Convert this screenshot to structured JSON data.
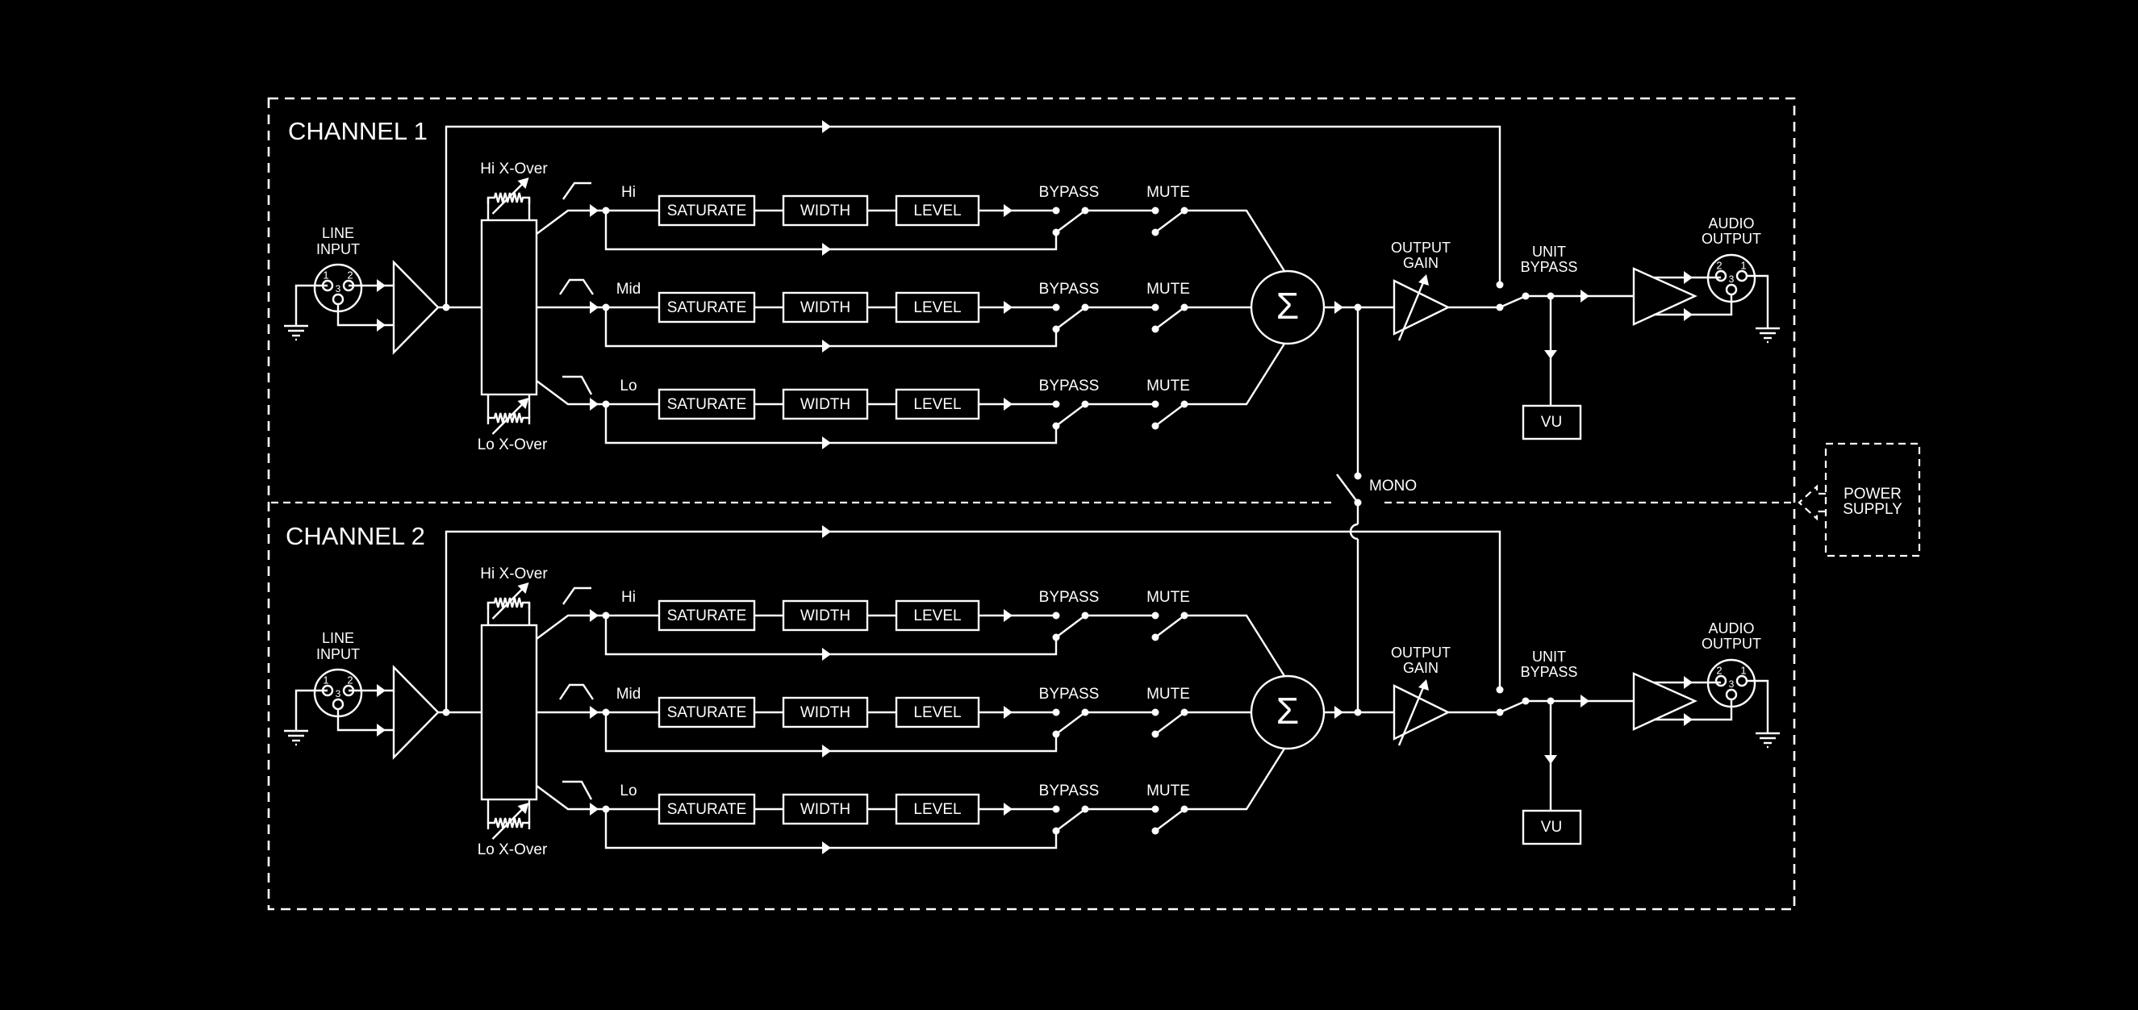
{
  "colors": {
    "background": "#000000",
    "foreground": "#ffffff"
  },
  "channels": [
    {
      "title": "CHANNEL 1",
      "line_input_label": [
        "LINE",
        "INPUT"
      ],
      "input_pins": [
        "1",
        "2",
        "3"
      ],
      "hi_xover_label": "Hi X-Over",
      "lo_xover_label": "Lo X-Over",
      "bands": [
        {
          "name": "Hi",
          "filter_icon": "high-pass-icon",
          "blocks": [
            "SATURATE",
            "WIDTH",
            "LEVEL"
          ],
          "bypass_label": "BYPASS",
          "mute_label": "MUTE"
        },
        {
          "name": "Mid",
          "filter_icon": "band-pass-icon",
          "blocks": [
            "SATURATE",
            "WIDTH",
            "LEVEL"
          ],
          "bypass_label": "BYPASS",
          "mute_label": "MUTE"
        },
        {
          "name": "Lo",
          "filter_icon": "low-pass-icon",
          "blocks": [
            "SATURATE",
            "WIDTH",
            "LEVEL"
          ],
          "bypass_label": "BYPASS",
          "mute_label": "MUTE"
        }
      ],
      "sum_symbol": "Σ",
      "output_gain_label": [
        "OUTPUT",
        "GAIN"
      ],
      "unit_bypass_label": [
        "UNIT",
        "BYPASS"
      ],
      "vu_label": "VU",
      "audio_output_label": [
        "AUDIO",
        "OUTPUT"
      ],
      "output_pins": [
        "2",
        "1",
        "3"
      ]
    },
    {
      "title": "CHANNEL 2",
      "line_input_label": [
        "LINE",
        "INPUT"
      ],
      "input_pins": [
        "1",
        "2",
        "3"
      ],
      "hi_xover_label": "Hi X-Over",
      "lo_xover_label": "Lo X-Over",
      "bands": [
        {
          "name": "Hi",
          "filter_icon": "high-pass-icon",
          "blocks": [
            "SATURATE",
            "WIDTH",
            "LEVEL"
          ],
          "bypass_label": "BYPASS",
          "mute_label": "MUTE"
        },
        {
          "name": "Mid",
          "filter_icon": "band-pass-icon",
          "blocks": [
            "SATURATE",
            "WIDTH",
            "LEVEL"
          ],
          "bypass_label": "BYPASS",
          "mute_label": "MUTE"
        },
        {
          "name": "Lo",
          "filter_icon": "low-pass-icon",
          "blocks": [
            "SATURATE",
            "WIDTH",
            "LEVEL"
          ],
          "bypass_label": "BYPASS",
          "mute_label": "MUTE"
        }
      ],
      "sum_symbol": "Σ",
      "output_gain_label": [
        "OUTPUT",
        "GAIN"
      ],
      "unit_bypass_label": [
        "UNIT",
        "BYPASS"
      ],
      "vu_label": "VU",
      "audio_output_label": [
        "AUDIO",
        "OUTPUT"
      ],
      "output_pins": [
        "2",
        "1",
        "3"
      ]
    }
  ],
  "mono_label": "MONO",
  "power_supply_label": [
    "POWER",
    "SUPPLY"
  ]
}
